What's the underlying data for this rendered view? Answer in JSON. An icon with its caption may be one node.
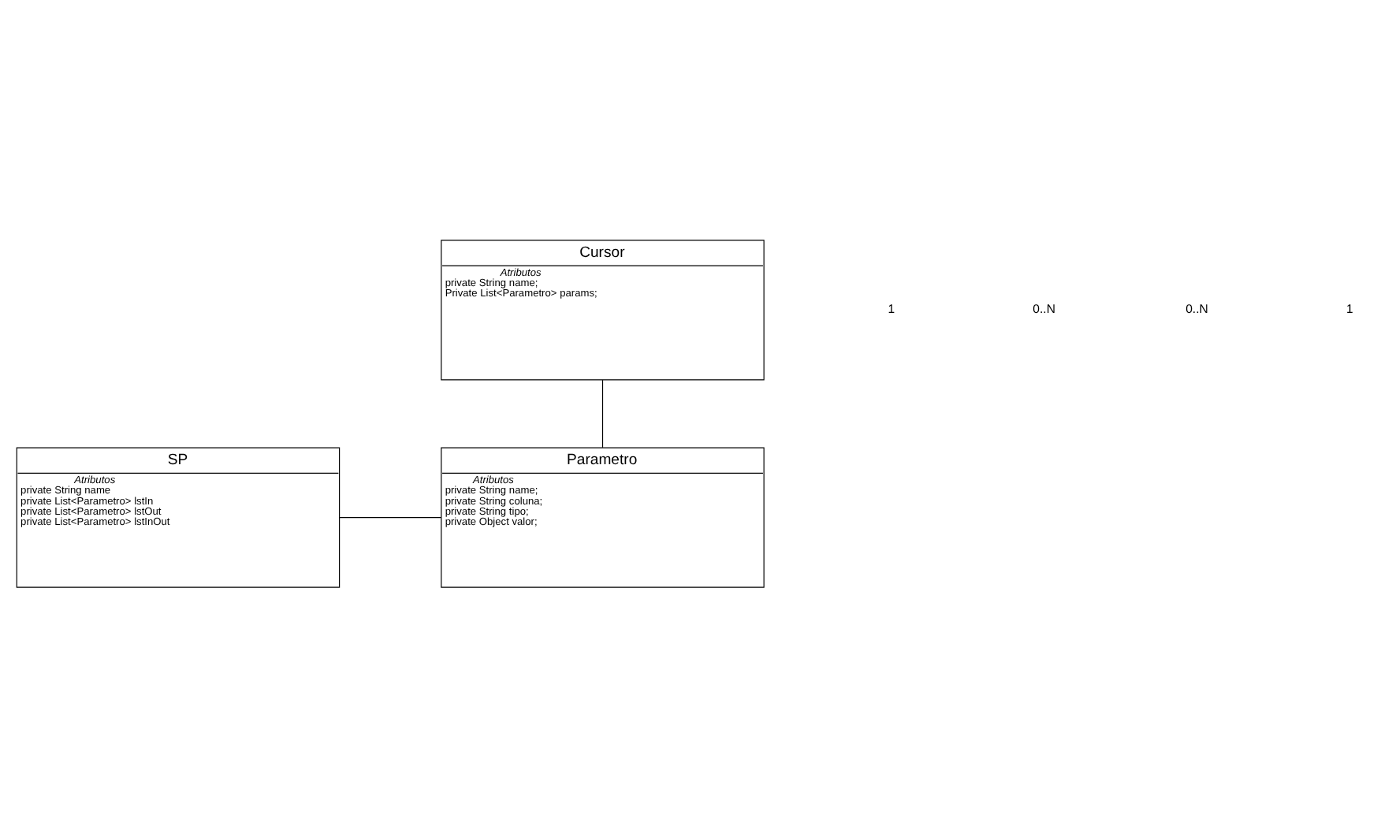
{
  "diagram": {
    "nodes": [
      {
        "text": [
          "SP",
          "Atributos",
          "private String name",
          "private List<Parametro> lstIn",
          "private List<Parametro> lstOut",
          "private List<Parametro> lstInOut"
        ]
      },
      {
        "text": [
          "Parametro",
          "Atributos",
          "private String name;",
          "private String coluna;",
          "private String tipo;",
          "private Object valor;"
        ]
      },
      {
        "text": [
          "Cursor",
          "Atributos",
          "private String name;",
          "Private List<Parametro> params;"
        ]
      }
    ],
    "edges": [
      {
        "from": 0,
        "to": 1,
        "arrow": "none"
      },
      {
        "from": 2,
        "to": 1,
        "arrow": "none"
      }
    ],
    "labels": [
      "1",
      "0..N",
      "0..N",
      "1"
    ]
  }
}
